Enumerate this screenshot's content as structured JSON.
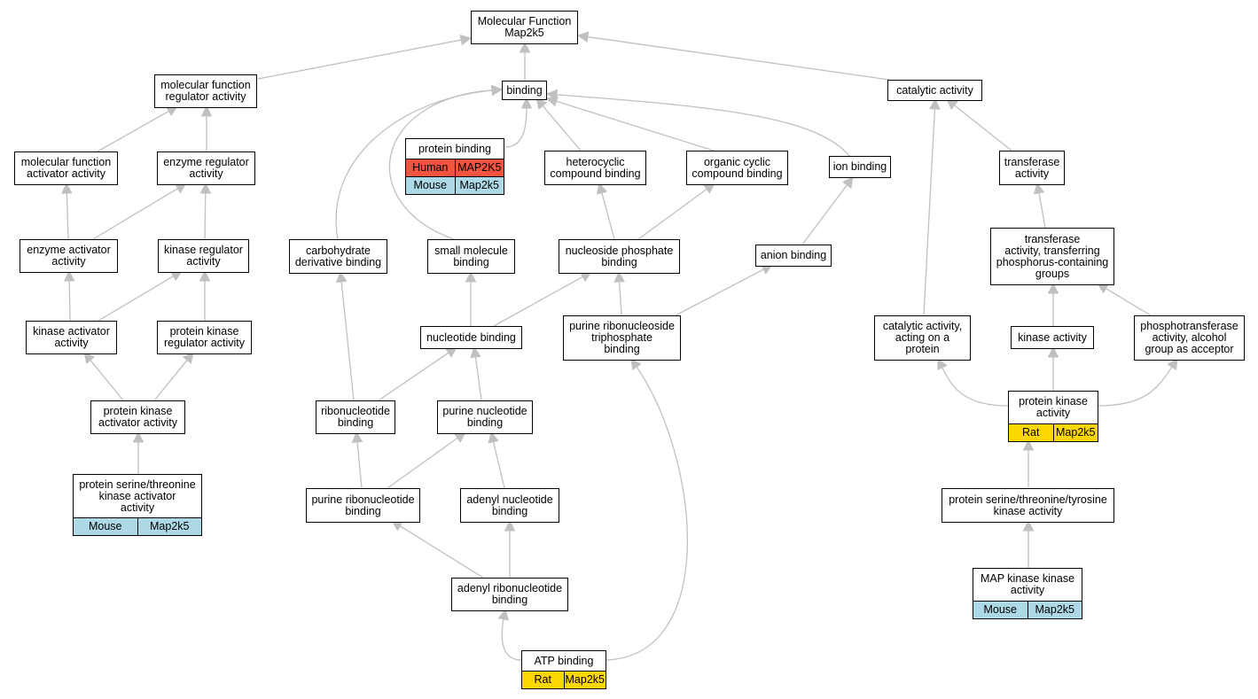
{
  "colors": {
    "edge": "#c0c0c0",
    "node_border": "#000000",
    "human": "#f4533f",
    "mouse": "#add8e6",
    "rat": "#ffd700"
  },
  "nodes": {
    "root": {
      "lines": [
        "Molecular Function",
        "Map2k5"
      ]
    },
    "binding": {
      "lines": [
        "binding"
      ]
    },
    "catalytic_activity": {
      "lines": [
        "catalytic activity"
      ]
    },
    "mf_regulator": {
      "lines": [
        "molecular function",
        "regulator activity"
      ]
    },
    "mf_activator": {
      "lines": [
        "molecular function",
        "activator activity"
      ]
    },
    "enzyme_regulator": {
      "lines": [
        "enzyme regulator",
        "activity"
      ]
    },
    "enzyme_activator": {
      "lines": [
        "enzyme activator",
        "activity"
      ]
    },
    "kinase_regulator": {
      "lines": [
        "kinase regulator",
        "activity"
      ]
    },
    "kinase_activator": {
      "lines": [
        "kinase activator",
        "activity"
      ]
    },
    "protein_kinase_regulator": {
      "lines": [
        "protein kinase",
        "regulator activity"
      ]
    },
    "protein_kinase_activator": {
      "lines": [
        "protein kinase",
        "activator activity"
      ]
    },
    "pst_kinase_activator": {
      "lines": [
        "protein serine/threonine",
        "kinase activator",
        "activity"
      ],
      "annotations": [
        {
          "species": "Mouse",
          "gene": "Map2k5",
          "color": "mouse"
        }
      ]
    },
    "protein_binding": {
      "lines": [
        "protein binding"
      ],
      "annotations": [
        {
          "species": "Human",
          "gene": "MAP2K5",
          "color": "human"
        },
        {
          "species": "Mouse",
          "gene": "Map2k5",
          "color": "mouse"
        }
      ]
    },
    "heterocyclic": {
      "lines": [
        "heterocyclic",
        "compound binding"
      ]
    },
    "organic_cyclic": {
      "lines": [
        "organic cyclic",
        "compound binding"
      ]
    },
    "ion_binding": {
      "lines": [
        "ion binding"
      ]
    },
    "carbohydrate_deriv": {
      "lines": [
        "carbohydrate",
        "derivative binding"
      ]
    },
    "small_molecule": {
      "lines": [
        "small molecule",
        "binding"
      ]
    },
    "nucleoside_phosphate": {
      "lines": [
        "nucleoside phosphate",
        "binding"
      ]
    },
    "anion_binding": {
      "lines": [
        "anion binding"
      ]
    },
    "nucleotide_binding": {
      "lines": [
        "nucleotide binding"
      ]
    },
    "purine_ribonucleoside_tp": {
      "lines": [
        "purine ribonucleoside",
        "triphosphate",
        "binding"
      ]
    },
    "ribonucleotide": {
      "lines": [
        "ribonucleotide",
        "binding"
      ]
    },
    "purine_nucleotide": {
      "lines": [
        "purine nucleotide",
        "binding"
      ]
    },
    "purine_ribonucleotide": {
      "lines": [
        "purine ribonucleotide",
        "binding"
      ]
    },
    "adenyl_nucleotide": {
      "lines": [
        "adenyl nucleotide",
        "binding"
      ]
    },
    "adenyl_ribonucleotide": {
      "lines": [
        "adenyl ribonucleotide",
        "binding"
      ]
    },
    "atp_binding": {
      "lines": [
        "ATP binding"
      ],
      "annotations": [
        {
          "species": "Rat",
          "gene": "Map2k5",
          "color": "rat"
        }
      ]
    },
    "transferase": {
      "lines": [
        "transferase",
        "activity"
      ]
    },
    "transferase_phospho": {
      "lines": [
        "transferase",
        "activity, transferring",
        "phosphorus-containing",
        "groups"
      ]
    },
    "catalytic_on_protein": {
      "lines": [
        "catalytic activity,",
        "acting on a",
        "protein"
      ]
    },
    "kinase_activity": {
      "lines": [
        "kinase activity"
      ]
    },
    "phosphotransferase": {
      "lines": [
        "phosphotransferase",
        "activity, alcohol",
        "group as acceptor"
      ]
    },
    "protein_kinase": {
      "lines": [
        "protein kinase",
        "activity"
      ],
      "annotations": [
        {
          "species": "Rat",
          "gene": "Map2k5",
          "color": "rat"
        }
      ]
    },
    "psty_kinase": {
      "lines": [
        "protein serine/threonine/tyrosine",
        "kinase activity"
      ]
    },
    "mapkk": {
      "lines": [
        "MAP kinase kinase",
        "activity"
      ],
      "annotations": [
        {
          "species": "Mouse",
          "gene": "Map2k5",
          "color": "mouse"
        }
      ]
    }
  },
  "edges": [
    {
      "from": "mf_regulator",
      "to": "root"
    },
    {
      "from": "binding",
      "to": "root"
    },
    {
      "from": "catalytic_activity",
      "to": "root"
    },
    {
      "from": "mf_activator",
      "to": "mf_regulator"
    },
    {
      "from": "enzyme_regulator",
      "to": "mf_regulator"
    },
    {
      "from": "enzyme_activator",
      "to": "mf_activator"
    },
    {
      "from": "enzyme_activator",
      "to": "enzyme_regulator"
    },
    {
      "from": "kinase_regulator",
      "to": "enzyme_regulator"
    },
    {
      "from": "kinase_activator",
      "to": "enzyme_activator"
    },
    {
      "from": "kinase_activator",
      "to": "kinase_regulator"
    },
    {
      "from": "protein_kinase_regulator",
      "to": "kinase_regulator"
    },
    {
      "from": "protein_kinase_activator",
      "to": "kinase_activator"
    },
    {
      "from": "protein_kinase_activator",
      "to": "protein_kinase_regulator"
    },
    {
      "from": "pst_kinase_activator",
      "to": "protein_kinase_activator"
    },
    {
      "from": "protein_binding",
      "to": "binding"
    },
    {
      "from": "heterocyclic",
      "to": "binding"
    },
    {
      "from": "organic_cyclic",
      "to": "binding"
    },
    {
      "from": "ion_binding",
      "to": "binding"
    },
    {
      "from": "carbohydrate_deriv",
      "to": "binding"
    },
    {
      "from": "small_molecule",
      "to": "binding"
    },
    {
      "from": "nucleoside_phosphate",
      "to": "heterocyclic"
    },
    {
      "from": "nucleoside_phosphate",
      "to": "organic_cyclic"
    },
    {
      "from": "anion_binding",
      "to": "ion_binding"
    },
    {
      "from": "nucleotide_binding",
      "to": "small_molecule"
    },
    {
      "from": "nucleotide_binding",
      "to": "nucleoside_phosphate"
    },
    {
      "from": "purine_ribonucleoside_tp",
      "to": "nucleoside_phosphate"
    },
    {
      "from": "purine_ribonucleoside_tp",
      "to": "anion_binding"
    },
    {
      "from": "ribonucleotide",
      "to": "carbohydrate_deriv"
    },
    {
      "from": "ribonucleotide",
      "to": "nucleotide_binding"
    },
    {
      "from": "purine_nucleotide",
      "to": "nucleotide_binding"
    },
    {
      "from": "purine_ribonucleotide",
      "to": "ribonucleotide"
    },
    {
      "from": "purine_ribonucleotide",
      "to": "purine_nucleotide"
    },
    {
      "from": "adenyl_nucleotide",
      "to": "purine_nucleotide"
    },
    {
      "from": "adenyl_ribonucleotide",
      "to": "purine_ribonucleotide"
    },
    {
      "from": "adenyl_ribonucleotide",
      "to": "adenyl_nucleotide"
    },
    {
      "from": "atp_binding",
      "to": "adenyl_ribonucleotide"
    },
    {
      "from": "atp_binding",
      "to": "purine_ribonucleoside_tp"
    },
    {
      "from": "transferase",
      "to": "catalytic_activity"
    },
    {
      "from": "catalytic_on_protein",
      "to": "catalytic_activity"
    },
    {
      "from": "transferase_phospho",
      "to": "transferase"
    },
    {
      "from": "kinase_activity",
      "to": "transferase_phospho"
    },
    {
      "from": "phosphotransferase",
      "to": "transferase_phospho"
    },
    {
      "from": "protein_kinase",
      "to": "catalytic_on_protein"
    },
    {
      "from": "protein_kinase",
      "to": "kinase_activity"
    },
    {
      "from": "protein_kinase",
      "to": "phosphotransferase"
    },
    {
      "from": "psty_kinase",
      "to": "protein_kinase"
    },
    {
      "from": "mapkk",
      "to": "psty_kinase"
    }
  ]
}
